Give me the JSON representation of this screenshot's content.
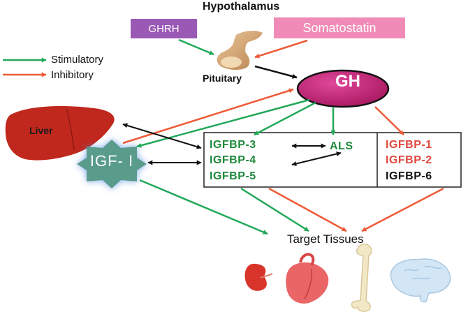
{
  "diagram": {
    "hypothalamus": "Hypothalamus",
    "ghrh": "GHRH",
    "somatostatin": "Somatostatin",
    "pituitary": "Pituitary",
    "gh": "GH",
    "liver": "Liver",
    "igf1": "IGF- I",
    "igfbp3": "IGFBP-3",
    "igfbp4": "IGFBP-4",
    "igfbp5": "IGFBP-5",
    "als": "ALS",
    "igfbp1": "IGFBP-1",
    "igfbp2": "IGFBP-2",
    "igfbp6": "IGFBP-6",
    "target_tissues": "Target Tissues"
  },
  "legend": {
    "stimulatory": "Stimulatory",
    "inhibitory": "Inhibitory"
  },
  "colors": {
    "stimulatory": "#22a85a",
    "inhibitory": "#ee5a36",
    "binding": "#111111",
    "gh_node": "#c2206f",
    "igf_node": "#5a9c8c",
    "liver": "#c0281e",
    "ghrh_box": "#9b59b6",
    "somatostatin_box": "#f08bb8"
  },
  "icons": [
    "pituitary-gland-icon",
    "liver-icon",
    "kidney-icon",
    "heart-icon",
    "bone-icon",
    "brain-icon"
  ]
}
